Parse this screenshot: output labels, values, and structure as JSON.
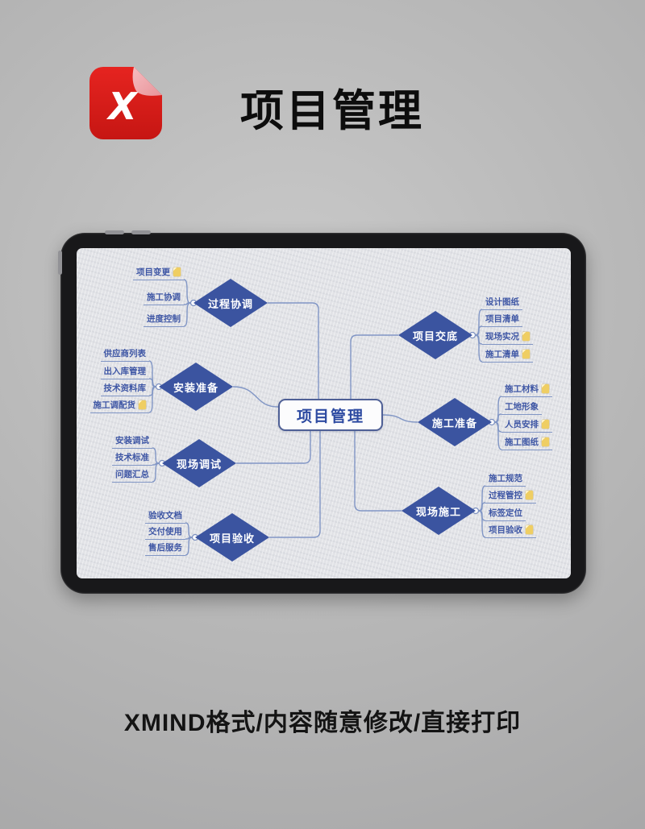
{
  "header": {
    "title": "项目管理",
    "icon_name": "xmind-icon"
  },
  "footer": {
    "caption": "XMIND格式/内容随意修改/直接打印"
  },
  "mindmap": {
    "root": "项目管理",
    "branches": [
      {
        "label": "过程协调",
        "side": "left",
        "children": [
          {
            "label": "项目变更",
            "marker": true
          },
          {
            "label": "施工协调"
          },
          {
            "label": "进度控制"
          }
        ]
      },
      {
        "label": "安装准备",
        "side": "left",
        "children": [
          {
            "label": "供应商列表"
          },
          {
            "label": "出入库管理"
          },
          {
            "label": "技术资料库"
          },
          {
            "label": "施工调配货",
            "marker": true
          }
        ]
      },
      {
        "label": "现场调试",
        "side": "left",
        "children": [
          {
            "label": "安装调试"
          },
          {
            "label": "技术标准"
          },
          {
            "label": "问题汇总"
          }
        ]
      },
      {
        "label": "项目验收",
        "side": "left",
        "children": [
          {
            "label": "验收文档"
          },
          {
            "label": "交付使用"
          },
          {
            "label": "售后服务"
          }
        ]
      },
      {
        "label": "项目交底",
        "side": "right",
        "children": [
          {
            "label": "设计图纸"
          },
          {
            "label": "项目清单"
          },
          {
            "label": "现场实况",
            "marker": true
          },
          {
            "label": "施工清单",
            "marker": true
          }
        ]
      },
      {
        "label": "施工准备",
        "side": "right",
        "children": [
          {
            "label": "施工材料",
            "marker": true
          },
          {
            "label": "工地形象"
          },
          {
            "label": "人员安排",
            "marker": true
          },
          {
            "label": "施工图纸",
            "marker": true
          }
        ]
      },
      {
        "label": "现场施工",
        "side": "right",
        "children": [
          {
            "label": "施工规范"
          },
          {
            "label": "过程管控",
            "marker": true
          },
          {
            "label": "标签定位"
          },
          {
            "label": "项目验收",
            "marker": true
          }
        ]
      }
    ],
    "colors": {
      "brand_red": "#d91f1b",
      "diamond_blue": "#3b54a0",
      "line_blue": "#8196c5",
      "marker_yellow": "#efce63"
    }
  }
}
